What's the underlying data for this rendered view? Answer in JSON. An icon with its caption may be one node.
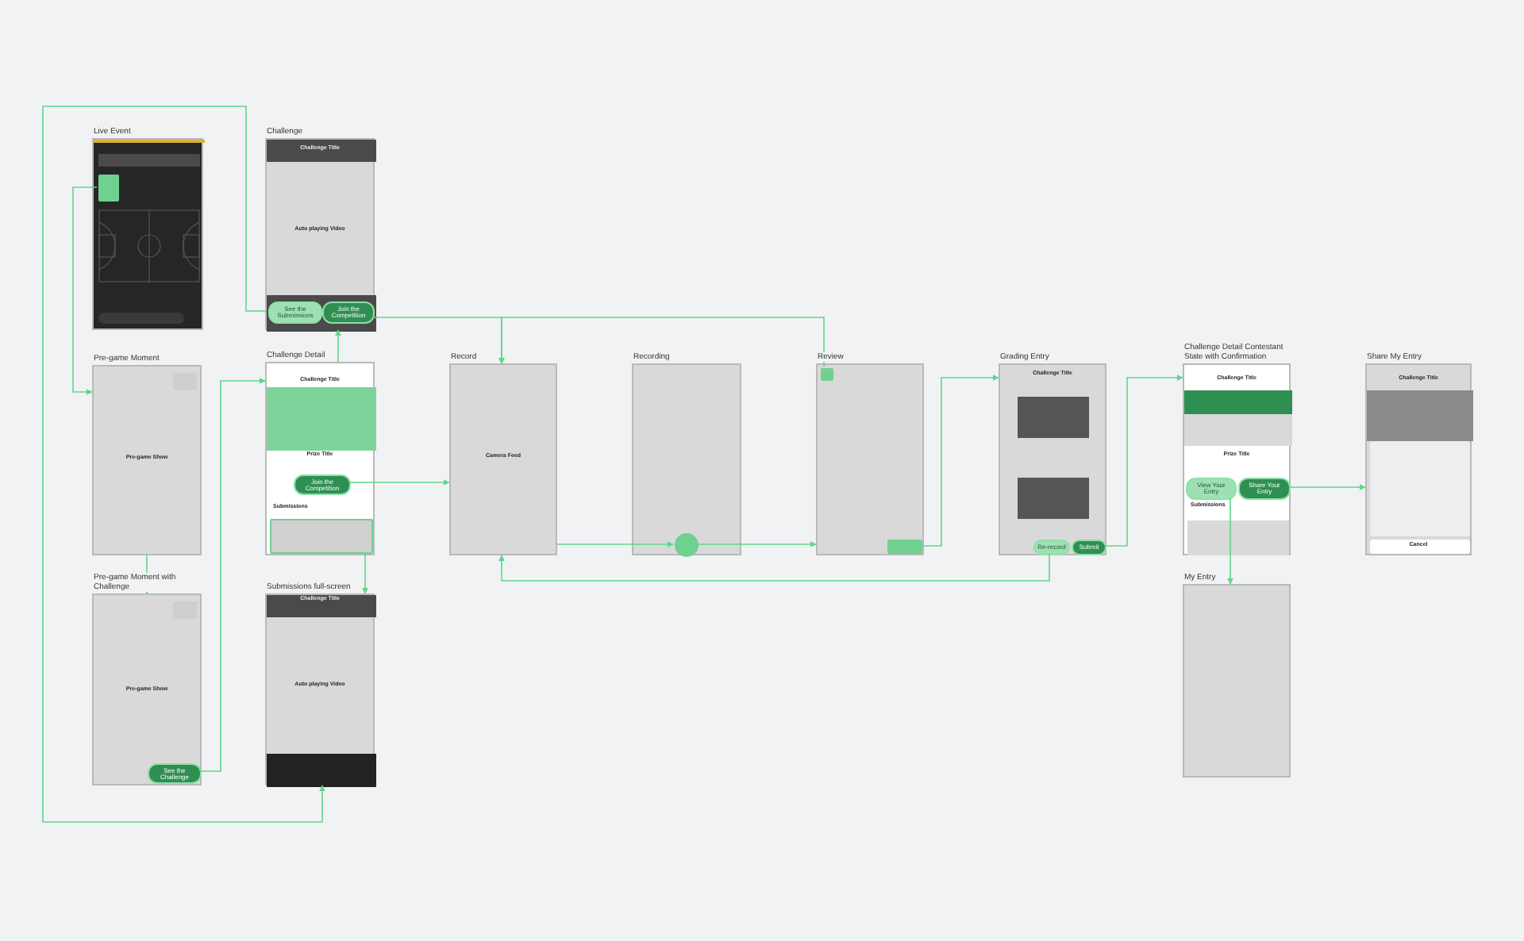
{
  "diagram": {
    "nodes": [
      {
        "text": [
          "Live Event"
        ]
      },
      {
        "text": [],
        "shape": "box",
        "in": 0
      },
      {
        "text": [
          "Challenge",
          "Challenge Title",
          "Auto playing Video"
        ]
      },
      {
        "text": [
          "See the Submissions"
        ],
        "in": 2
      },
      {
        "text": [
          "Join the Competition"
        ],
        "in": 2
      },
      {
        "text": [
          "Pre-game Moment",
          "Pre-game Show"
        ]
      },
      {
        "text": [
          "Challenge Detail",
          "Challenge Title",
          "Prize Title",
          "Submissions"
        ]
      },
      {
        "text": [
          "Join the Competition"
        ],
        "in": 6
      },
      {
        "text": [],
        "shape": "box",
        "in": 6
      },
      {
        "text": [
          "Record",
          "Camera Feed"
        ]
      },
      {
        "text": [
          "Recording"
        ]
      },
      {
        "text": [],
        "shape": "circle",
        "in": 10
      },
      {
        "text": [
          "Review"
        ]
      },
      {
        "text": [],
        "shape": "box",
        "in": 12
      },
      {
        "text": [],
        "shape": "box",
        "in": 12
      },
      {
        "text": [
          "Grading Entry",
          "Challenge Title"
        ]
      },
      {
        "text": [
          "Re-record"
        ],
        "in": 15
      },
      {
        "text": [
          "Submit"
        ],
        "in": 15
      },
      {
        "text": [
          "Challenge Detail Contestant State with Confirmation",
          "Challenge Title",
          "Prize Title",
          "Submissions"
        ]
      },
      {
        "text": [
          "View Your Entry"
        ],
        "in": 18
      },
      {
        "text": [
          "Share Your Entry"
        ],
        "in": 18
      },
      {
        "text": [
          "Share My Entry",
          "Challenge Title",
          "Cancel"
        ]
      },
      {
        "text": [
          "Pre-game Moment with Challenge",
          "Pre-game Show"
        ]
      },
      {
        "text": [
          "See the Challenge"
        ],
        "in": 22
      },
      {
        "text": [
          "Submissions full-screen",
          "Challenge Title",
          "Auto playing Video"
        ]
      },
      {
        "text": [
          "My Entry"
        ]
      }
    ],
    "edges": [
      {
        "from": 1,
        "to": 5,
        "arrow": "to"
      },
      {
        "from": 3,
        "to": 24,
        "arrow": "to"
      },
      {
        "from": 4,
        "to": 9,
        "arrow": "to"
      },
      {
        "from": 13,
        "to": 9,
        "arrow": "to"
      },
      {
        "from": 5,
        "to": 22,
        "arrow": "to"
      },
      {
        "from": 23,
        "to": 6,
        "arrow": "to"
      },
      {
        "from": 6,
        "to": 2,
        "arrow": "to"
      },
      {
        "from": 7,
        "to": 9,
        "arrow": "to"
      },
      {
        "from": 8,
        "to": 24,
        "arrow": "to"
      },
      {
        "from": 9,
        "to": 11,
        "arrow": "to"
      },
      {
        "from": 11,
        "to": 12,
        "arrow": "to"
      },
      {
        "from": 14,
        "to": 15,
        "arrow": "to"
      },
      {
        "from": 16,
        "to": 9,
        "arrow": "to"
      },
      {
        "from": 17,
        "to": 18,
        "arrow": "to"
      },
      {
        "from": 19,
        "to": 25,
        "arrow": "to"
      },
      {
        "from": 20,
        "to": 21,
        "arrow": "to"
      }
    ]
  }
}
